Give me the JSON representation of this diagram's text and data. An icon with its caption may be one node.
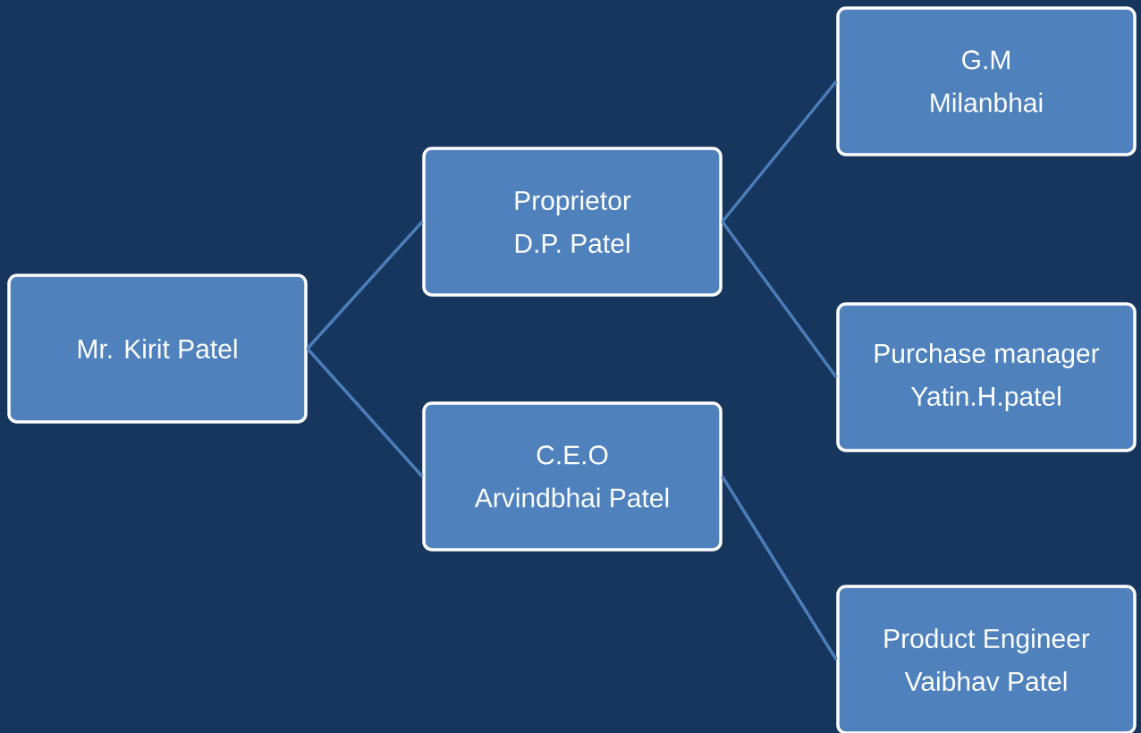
{
  "diagram": {
    "nodes": [
      {
        "text": [
          "Mr. Kirit Patel"
        ]
      },
      {
        "text": [
          "Proprietor",
          "D.P. Patel"
        ]
      },
      {
        "text": [
          "C.E.O",
          "Arvindbhai Patel"
        ]
      },
      {
        "text": [
          "G.M",
          "Milanbhai"
        ]
      },
      {
        "text": [
          "Purchase manager",
          "Yatin.H.patel"
        ]
      },
      {
        "text": [
          "Product Engineer",
          "Vaibhav Patel"
        ]
      }
    ],
    "edges": [
      {
        "from": 0,
        "to": 1,
        "arrow": "none"
      },
      {
        "from": 0,
        "to": 2,
        "arrow": "none"
      },
      {
        "from": 1,
        "to": 3,
        "arrow": "none"
      },
      {
        "from": 1,
        "to": 4,
        "arrow": "none"
      },
      {
        "from": 2,
        "to": 5,
        "arrow": "none"
      }
    ]
  }
}
